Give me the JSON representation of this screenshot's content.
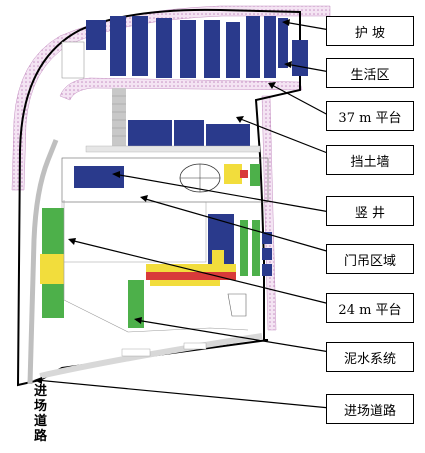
{
  "callouts": {
    "slope_protection": "护  坡",
    "living_area": "生活区",
    "platform_37m": "37 m 平台",
    "retaining_wall": "挡土墙",
    "shaft": "竖  井",
    "gantry_area": "门吊区域",
    "platform_24m": "24 m 平台",
    "slurry_system": "泥水系统",
    "access_road": "进场道路"
  },
  "map_labels": {
    "access_road_vertical": "进场道路"
  },
  "colors": {
    "building_blue": "#2a3a8c",
    "site_green": "#4db04a",
    "site_yellow": "#f2dd3c",
    "site_red": "#d83a3a",
    "slope_pink": "#e9c8e6",
    "road_gray": "#bfbfbf",
    "boundary": "#000000"
  }
}
